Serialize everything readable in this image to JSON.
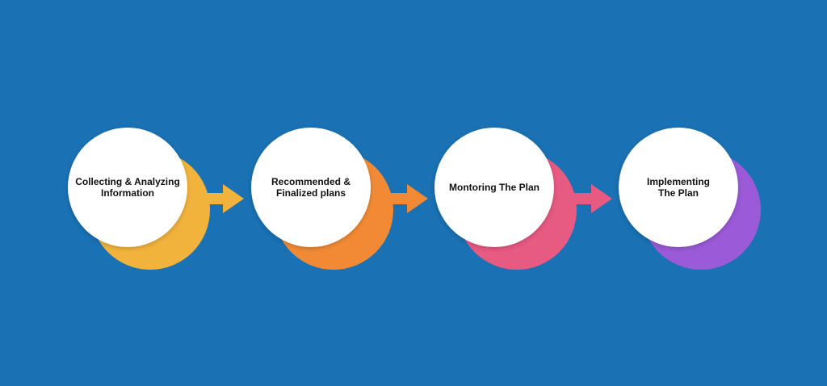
{
  "steps": [
    {
      "label": "Collecting & Analyzing\n      Information",
      "color": "#f2b33d"
    },
    {
      "label": "Recommended &\nFinalized plans",
      "color": "#f28a35"
    },
    {
      "label": "Montoring The Plan",
      "color": "#e75a82"
    },
    {
      "label": "Implementing\nThe Plan",
      "color": "#9b5ad8"
    }
  ],
  "arrows": [
    {
      "color": "#f2b33d"
    },
    {
      "color": "#f28a35"
    },
    {
      "color": "#e75a82"
    }
  ],
  "background_color": "#1a71b3"
}
